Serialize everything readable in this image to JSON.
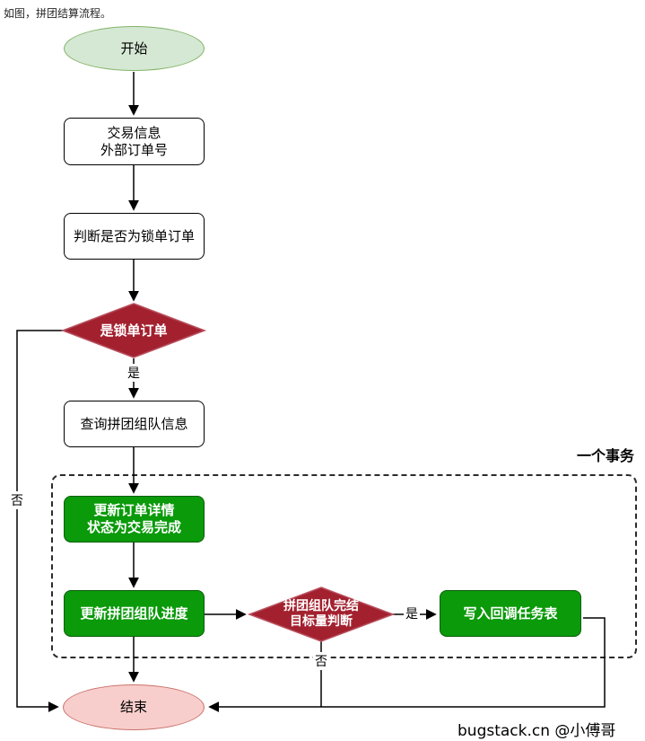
{
  "page": {
    "caption": "如图，拼团结算流程。",
    "watermark": "bugstack.cn @小傅哥"
  },
  "colors": {
    "start_fill": "#d5e8d4",
    "start_stroke": "#82b366",
    "end_fill": "#f8cecc",
    "end_stroke": "#c9726b",
    "process_green_fill": "#0a9a0a",
    "process_green_stroke": "#0a5d0a",
    "decision_fill": "#a3212f",
    "decision_stroke": "#b8505e",
    "neutral_fill": "#ffffff",
    "neutral_stroke": "#000000",
    "wire": "#000000"
  },
  "flowchart": {
    "start": "开始",
    "trade_info": [
      "交易信息",
      "外部订单号"
    ],
    "check_lock": "判断是否为锁单订单",
    "lock_decision": "是锁单订单",
    "query_team": "查询拼团组队信息",
    "transaction_label": "一个事务",
    "update_order": [
      "更新订单详情",
      "状态为交易完成"
    ],
    "update_team": "更新拼团组队进度",
    "complete_decision": [
      "拼团组队完结",
      "目标量判断"
    ],
    "write_callback": "写入回调任务表",
    "end": "结束",
    "labels": {
      "yes1": "是",
      "no1": "否",
      "yes2": "是",
      "no2": "否"
    }
  }
}
